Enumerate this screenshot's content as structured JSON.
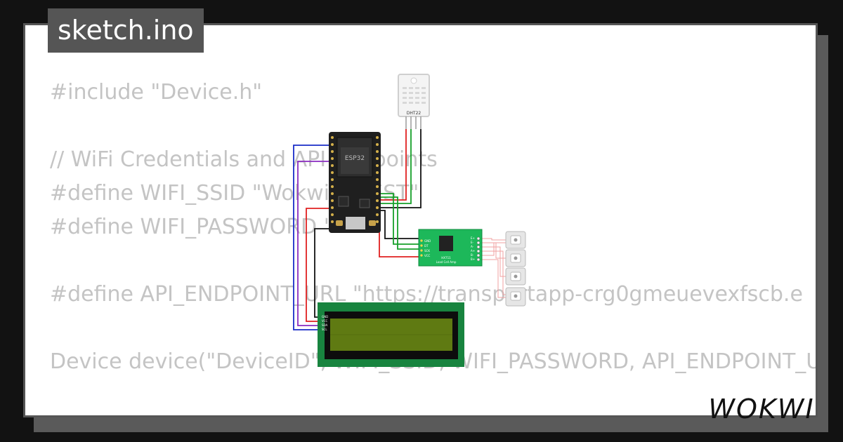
{
  "file_tab": {
    "label": "sketch.ino"
  },
  "code_lines": [
    "#include \"Device.h\"",
    "",
    "// WiFi Credentials and API Endpoints",
    "#define WIFI_SSID \"Wokwi-GUEST\"",
    "#define WIFI_PASSWORD \"\"",
    "",
    "#define API_ENDPOINT_URL \"https://transportapp-crg0gmeuevexfscb.e",
    "",
    "Device device(\"DeviceID\", WIFI_SSID, WIFI_PASSWORD, API_ENDPOINT_U"
  ],
  "components": {
    "dht": {
      "label": "DHT22"
    },
    "esp32": {
      "label": "ESP32"
    },
    "hx711": {
      "label": "HX711",
      "sublabel": "Load Cell Amp",
      "pins_left": [
        "GND",
        "DT",
        "SCK",
        "VCC"
      ],
      "pins_right": [
        "E+",
        "E-",
        "A-",
        "A+",
        "B-",
        "B+"
      ]
    },
    "lcd": {
      "pins": [
        "GND",
        "VCC",
        "SDA",
        "SCL"
      ]
    }
  },
  "logo": {
    "text": "WOKWI"
  },
  "colors": {
    "background": "#121212",
    "card": "#ffffff",
    "card_border": "#555555",
    "tab": "#555555",
    "code_text": "#c4c4c4",
    "esp32_board": "#1f1f1f",
    "hx711_board": "#1db85a",
    "lcd_board": "#18843f",
    "lcd_screen": "#5f7a12",
    "wire_blue": "#1a2cc8",
    "wire_purple": "#8a2bc0",
    "wire_red": "#e02020",
    "wire_green": "#17a02a",
    "wire_black": "#111111"
  }
}
